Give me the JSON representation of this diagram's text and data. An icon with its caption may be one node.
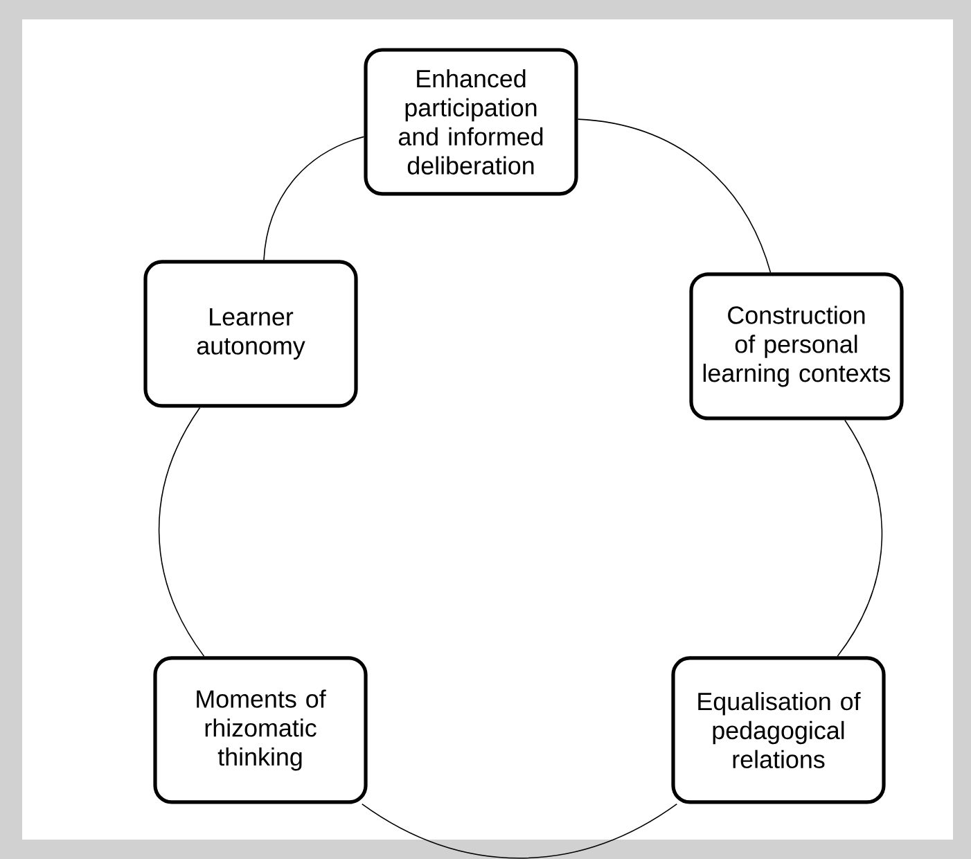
{
  "diagram": {
    "nodes": [
      {
        "text": [
          "Enhanced participation and informed deliberation"
        ]
      },
      {
        "text": [
          "Construction of personal learning contexts"
        ]
      },
      {
        "text": [
          "Equalisation of pedagogical relations"
        ]
      },
      {
        "text": [
          "Moments of rhizomatic thinking"
        ]
      },
      {
        "text": [
          "Learner autonomy"
        ]
      }
    ],
    "edges": [
      {
        "from": 0,
        "to": 1,
        "arrow": "none"
      },
      {
        "from": 1,
        "to": 2,
        "arrow": "none"
      },
      {
        "from": 2,
        "to": 3,
        "arrow": "none"
      },
      {
        "from": 3,
        "to": 4,
        "arrow": "none"
      },
      {
        "from": 4,
        "to": 0,
        "arrow": "none"
      }
    ]
  }
}
